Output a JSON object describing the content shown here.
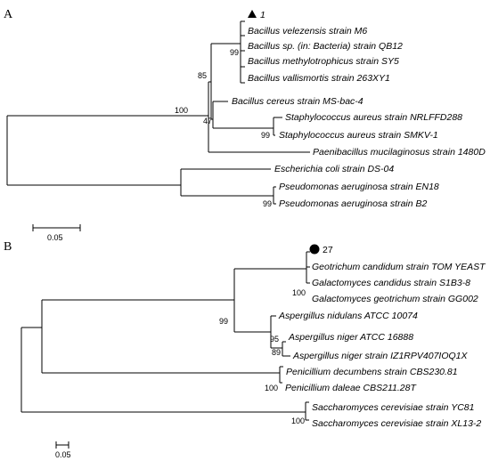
{
  "panels": {
    "a": {
      "label": "A",
      "query_label": "1",
      "query_marker": "triangle",
      "scale_label": "0.05",
      "taxa": [
        "Bacillus velezensis strain M6",
        "Bacillus sp. (in: Bacteria) strain QB12",
        "Bacillus methylotrophicus strain SY5",
        "Bacillus vallismortis strain 263XY1",
        "Bacillus cereus strain MS-bac-4",
        "Staphylococcus aureus strain NRLFFD288",
        "Staphylococcus aureus strain SMKV-1",
        "Paenibacillus mucilaginosus strain 1480D",
        "Escherichia coli strain DS-04",
        "Pseudomonas aeruginosa strain EN18",
        "Pseudomonas aeruginosa strain B2"
      ],
      "bootstrap": [
        "99",
        "85",
        "100",
        "47",
        "99",
        "99"
      ]
    },
    "b": {
      "label": "B",
      "query_label": "27",
      "query_marker": "circle",
      "scale_label": "0.05",
      "taxa": [
        "Geotrichum candidum strain TOM YEAST",
        "Galactomyces candidus strain S1B3-8",
        "Galactomyces geotrichum strain GG002",
        "Aspergillus nidulans ATCC 10074",
        "Aspergillus niger ATCC 16888",
        "Aspergillus niger strain IZ1RPV407IOQ1X",
        "Penicillium decumbens strain CBS230.81",
        "Penicillium daleae CBS211.28T",
        "Saccharomyces cerevisiae strain YC81",
        "Saccharomyces cerevisiae strain XL13-2"
      ],
      "bootstrap": [
        "100",
        "99",
        "95",
        "89",
        "100",
        "100"
      ]
    }
  }
}
